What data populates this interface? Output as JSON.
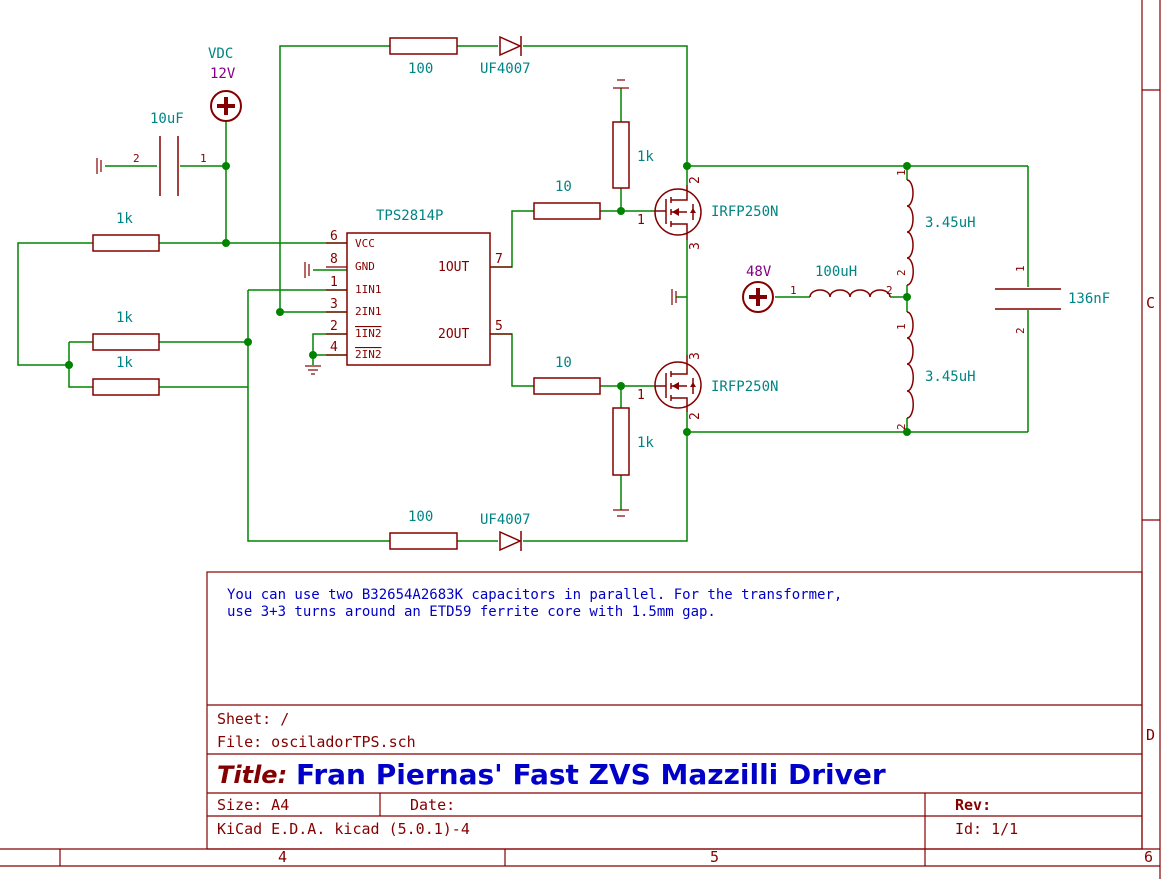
{
  "power": {
    "vdc_name": "VDC",
    "vdc_value": "12V",
    "supply48": "48V"
  },
  "components": {
    "c_in": {
      "value": "10uF",
      "pin1": "1",
      "pin2": "2"
    },
    "r_gate_top": {
      "value": "100"
    },
    "r_gate_bot": {
      "value": "100"
    },
    "d_top": {
      "value": "UF4007"
    },
    "d_bot": {
      "value": "UF4007"
    },
    "r_vcc": {
      "value": "1k"
    },
    "r_mid1": {
      "value": "1k"
    },
    "r_mid2": {
      "value": "1k"
    },
    "r_pull_top": {
      "value": "1k"
    },
    "r_pull_bot": {
      "value": "1k"
    },
    "r_g1": {
      "value": "10"
    },
    "r_g2": {
      "value": "10"
    },
    "q1": {
      "value": "IRFP250N",
      "pin_g": "1",
      "pin_d": "2",
      "pin_s": "3"
    },
    "q2": {
      "value": "IRFP250N",
      "pin_g": "1",
      "pin_d": "2",
      "pin_s": "3"
    },
    "l_top": {
      "value": "3.45uH",
      "pin1": "1",
      "pin2": "2"
    },
    "l_bot": {
      "value": "3.45uH",
      "pin1": "1",
      "pin2": "2"
    },
    "l_choke": {
      "value": "100uH",
      "pin1": "1",
      "pin2": "2"
    },
    "c_res": {
      "value": "136nF",
      "pin1": "1",
      "pin2": "2"
    }
  },
  "ic": {
    "name": "TPS2814P",
    "pins_left": [
      {
        "num": "6",
        "label": "VCC"
      },
      {
        "num": "8",
        "label": "GND"
      },
      {
        "num": "1",
        "label": "1IN1"
      },
      {
        "num": "3",
        "label": "2IN1"
      },
      {
        "num": "2",
        "label": "1IN2"
      },
      {
        "num": "4",
        "label": "2IN2"
      }
    ],
    "pins_right": [
      {
        "num": "7",
        "label": "1OUT"
      },
      {
        "num": "5",
        "label": "2OUT"
      }
    ]
  },
  "note": {
    "line1": "You can use two B32654A2683K capacitors in parallel. For the transformer,",
    "line2": "use 3+3 turns around an ETD59 ferrite core with 1.5mm gap."
  },
  "title_block": {
    "sheet": "Sheet: /",
    "file": "File: osciladorTPS.sch",
    "title_label": "Title:",
    "title": "Fran Piernas' Fast ZVS Mazzilli Driver",
    "size": "Size: A4",
    "date": "Date:",
    "rev": "Rev:",
    "tool": "KiCad E.D.A.  kicad (5.0.1)-4",
    "id": "Id: 1/1"
  },
  "border": {
    "cols": [
      "4",
      "5",
      "6"
    ],
    "rows": [
      "C",
      "D"
    ]
  }
}
